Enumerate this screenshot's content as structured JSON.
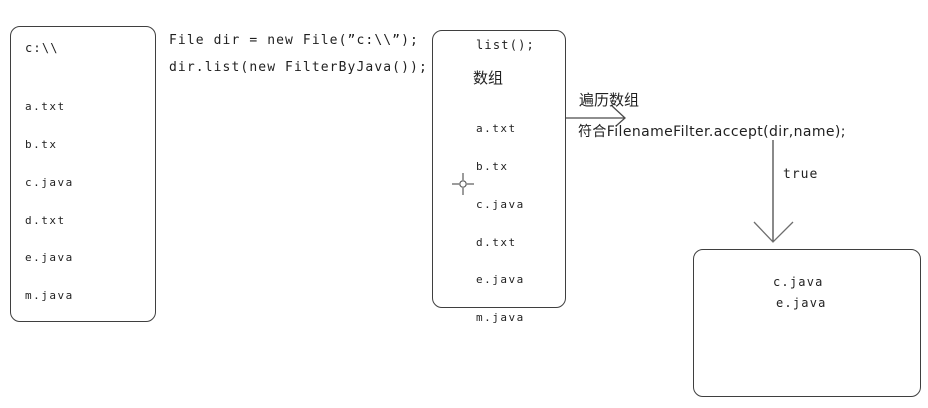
{
  "colors": {
    "line": "#3f3f3f",
    "arrow": "#6e6e6e",
    "text": "#1f1f1f",
    "background": "#ffffff"
  },
  "left_box": {
    "title": "c:\\\\",
    "files": [
      "a.txt",
      "b.tx",
      "c.java",
      "d.txt",
      "e.java",
      "m.java"
    ]
  },
  "code": {
    "line1": "File dir = new File(”c:\\\\”);",
    "line2": "dir.list(new FilterByJava());"
  },
  "middle_box": {
    "header": "list();",
    "label": "数组",
    "files": [
      "a.txt",
      "b.tx",
      "c.java",
      "d.txt",
      "e.java",
      "m.java"
    ]
  },
  "horizontal_arrow": {
    "label_top": "遍历数组",
    "label_bottom": "符合FilenameFilter.accept(dir,name);"
  },
  "vertical_arrow": {
    "label": "true"
  },
  "result_box": {
    "files": [
      "c.java",
      "e.java"
    ]
  },
  "cursor": {
    "type": "precision-select"
  }
}
